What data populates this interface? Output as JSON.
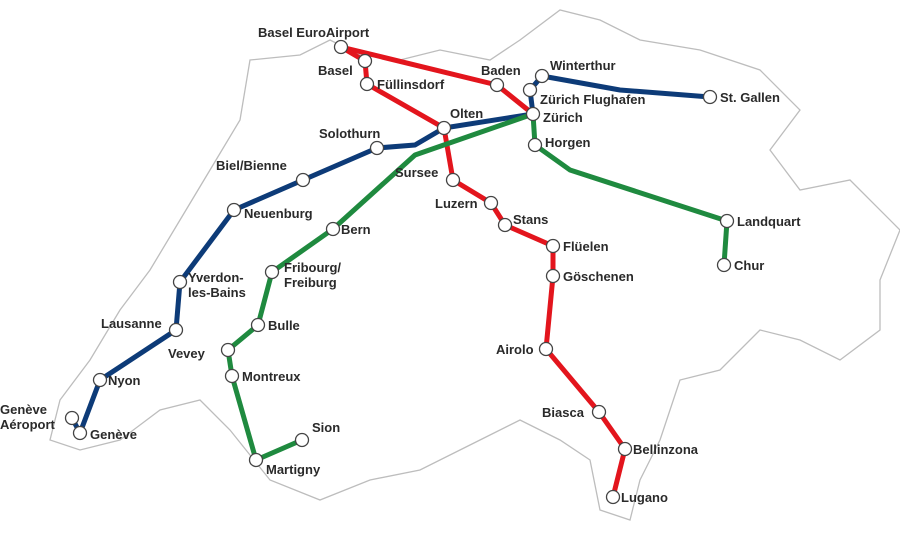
{
  "colors": {
    "red": "#e3151d",
    "blue": "#0d3b78",
    "green": "#1f8a3f",
    "border": "#bdbdbd"
  },
  "stations": [
    {
      "id": "basel_euroairport",
      "label": [
        "Basel EuroAirport"
      ]
    },
    {
      "id": "basel",
      "label": [
        "Basel"
      ]
    },
    {
      "id": "fuellinsdorf",
      "label": [
        "Füllinsdorf"
      ]
    },
    {
      "id": "baden",
      "label": [
        "Baden"
      ]
    },
    {
      "id": "winterthur",
      "label": [
        "Winterthur"
      ]
    },
    {
      "id": "zuerich_flughafen",
      "label": [
        "Zürich Flughafen"
      ]
    },
    {
      "id": "zuerich",
      "label": [
        "Zürich"
      ]
    },
    {
      "id": "st_gallen",
      "label": [
        "St. Gallen"
      ]
    },
    {
      "id": "olten",
      "label": [
        "Olten"
      ]
    },
    {
      "id": "solothurn",
      "label": [
        "Solothurn"
      ]
    },
    {
      "id": "horgen",
      "label": [
        "Horgen"
      ]
    },
    {
      "id": "biel",
      "label": [
        "Biel/Bienne"
      ]
    },
    {
      "id": "neuenburg",
      "label": [
        "Neuenburg"
      ]
    },
    {
      "id": "yverdon",
      "label": [
        "Yverdon-",
        "les-Bains"
      ]
    },
    {
      "id": "lausanne",
      "label": [
        "Lausanne"
      ]
    },
    {
      "id": "nyon",
      "label": [
        "Nyon"
      ]
    },
    {
      "id": "geneve_aeroport",
      "label": [
        "Genève",
        "Aéroport"
      ]
    },
    {
      "id": "geneve",
      "label": [
        "Genève"
      ]
    },
    {
      "id": "bern",
      "label": [
        "Bern"
      ]
    },
    {
      "id": "fribourg",
      "label": [
        "Fribourg/",
        "Freiburg"
      ]
    },
    {
      "id": "bulle",
      "label": [
        "Bulle"
      ]
    },
    {
      "id": "vevey",
      "label": [
        "Vevey"
      ]
    },
    {
      "id": "montreux",
      "label": [
        "Montreux"
      ]
    },
    {
      "id": "martigny",
      "label": [
        "Martigny"
      ]
    },
    {
      "id": "sion",
      "label": [
        "Sion"
      ]
    },
    {
      "id": "sursee",
      "label": [
        "Sursee"
      ]
    },
    {
      "id": "luzern",
      "label": [
        "Luzern"
      ]
    },
    {
      "id": "stans",
      "label": [
        "Stans"
      ]
    },
    {
      "id": "flueelen",
      "label": [
        "Flüelen"
      ]
    },
    {
      "id": "goeschenen",
      "label": [
        "Göschenen"
      ]
    },
    {
      "id": "airolo",
      "label": [
        "Airolo"
      ]
    },
    {
      "id": "biasca",
      "label": [
        "Biasca"
      ]
    },
    {
      "id": "bellinzona",
      "label": [
        "Bellinzona"
      ]
    },
    {
      "id": "lugano",
      "label": [
        "Lugano"
      ]
    },
    {
      "id": "landquart",
      "label": [
        "Landquart"
      ]
    },
    {
      "id": "chur",
      "label": [
        "Chur"
      ]
    }
  ],
  "lines": [
    {
      "color": "red",
      "stops": [
        "basel_euroairport",
        "baden",
        "zuerich"
      ]
    },
    {
      "color": "red",
      "stops": [
        "basel_euroairport",
        "basel",
        "fuellinsdorf",
        "olten",
        "sursee",
        "luzern",
        "stans",
        "flueelen",
        "goeschenen",
        "airolo",
        "biasca",
        "bellinzona",
        "lugano"
      ]
    },
    {
      "color": "blue",
      "stops": [
        "geneve_aeroport",
        "geneve",
        "nyon",
        "lausanne",
        "yverdon",
        "neuenburg",
        "biel",
        "solothurn",
        "olten",
        "zuerich",
        "zuerich_flughafen",
        "winterthur",
        "st_gallen"
      ]
    },
    {
      "color": "green",
      "stops": [
        "sion",
        "martigny",
        "montreux",
        "vevey",
        "bulle",
        "fribourg",
        "bern",
        "zuerich",
        "horgen",
        "landquart",
        "chur"
      ]
    }
  ]
}
